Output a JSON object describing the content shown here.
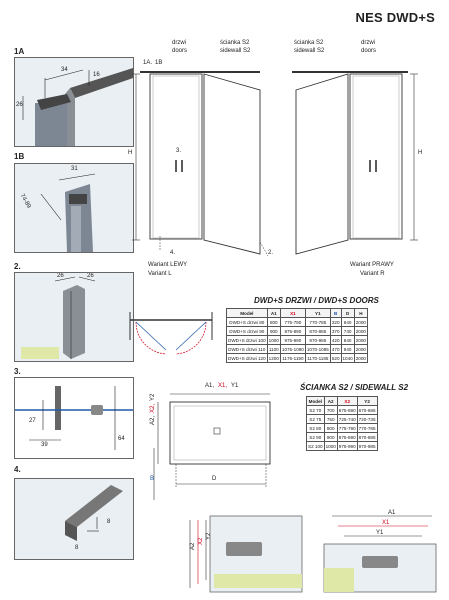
{
  "title": "NES DWD+S",
  "details": {
    "d1a": {
      "label": "1A",
      "dims": [
        "34",
        "16",
        "26"
      ]
    },
    "d1b": {
      "label": "1B",
      "dims": [
        "31",
        "74-89"
      ]
    },
    "d2": {
      "label": "2.",
      "dims": [
        "26",
        "26"
      ]
    },
    "d3": {
      "label": "3.",
      "dims": [
        "27",
        "39",
        "64"
      ]
    },
    "d4": {
      "label": "4.",
      "dims": [
        "8",
        "8"
      ]
    }
  },
  "front_left": {
    "callout_1a": "1A.",
    "callout_1b": "1B",
    "callout_3": "3.",
    "callout_4": "4.",
    "callout_2": "2.",
    "doors_pl": "drzwi",
    "doors_en": "doors",
    "sidewall_pl": "ścianka S2",
    "sidewall_en": "sidewall S2",
    "h": "H",
    "variant_pl": "Wariant LEWY",
    "variant_en": "Variant L"
  },
  "front_right": {
    "doors_pl": "drzwi",
    "doors_en": "doors",
    "sidewall_pl": "ścianka S2",
    "sidewall_en": "sidewall S2",
    "h": "H",
    "variant_pl": "Wariant PRAWY",
    "variant_en": "Variant R"
  },
  "doors_table": {
    "title": "DWD+S DRZWI / DWD+S DOORS",
    "headers": [
      "Model",
      "A1",
      "X1",
      "Y1",
      "B",
      "D",
      "H"
    ],
    "rows": [
      [
        "DWD+S drzwi 80",
        "800",
        "775-790",
        "770-785",
        "320",
        "640",
        "2000"
      ],
      [
        "DWD+S drzwi 90",
        "900",
        "875-890",
        "870-885",
        "370",
        "740",
        "2000"
      ],
      [
        "DWD+S drzwi 100",
        "1000",
        "975-990",
        "970-985",
        "420",
        "840",
        "2000"
      ],
      [
        "DWD+S drzwi 110",
        "1100",
        "1075-1090",
        "1070-1085",
        "470",
        "940",
        "2000"
      ],
      [
        "DWD+S drzwi 120",
        "1200",
        "1175-1190",
        "1170-1185",
        "520",
        "1040",
        "2000"
      ]
    ]
  },
  "sidewall_table": {
    "title": "ŚCIANKA S2 / SIDEWALL S2",
    "headers": [
      "Model",
      "A2",
      "X2",
      "Y2"
    ],
    "rows": [
      [
        "S2 70",
        "700",
        "675-690",
        "670-685"
      ],
      [
        "S2 75",
        "750",
        "725-740",
        "720-735"
      ],
      [
        "S2 80",
        "800",
        "775-790",
        "770-785"
      ],
      [
        "S2 90",
        "900",
        "875-890",
        "870-885"
      ],
      [
        "S2 100",
        "1000",
        "975-990",
        "970-985"
      ]
    ]
  },
  "plan": {
    "top_label_a": "A1,",
    "top_label_x": "X1,",
    "top_label_y": "Y1",
    "side_label_a": "A2,",
    "side_label_x": "X2,",
    "side_label_y": "Y2",
    "b": "B",
    "d": "D"
  },
  "bottom_left": {
    "a2": "A2",
    "x2": "X2",
    "y2": "Y2"
  },
  "bottom_right": {
    "a1": "A1",
    "x1": "X1",
    "y1": "Y1"
  }
}
